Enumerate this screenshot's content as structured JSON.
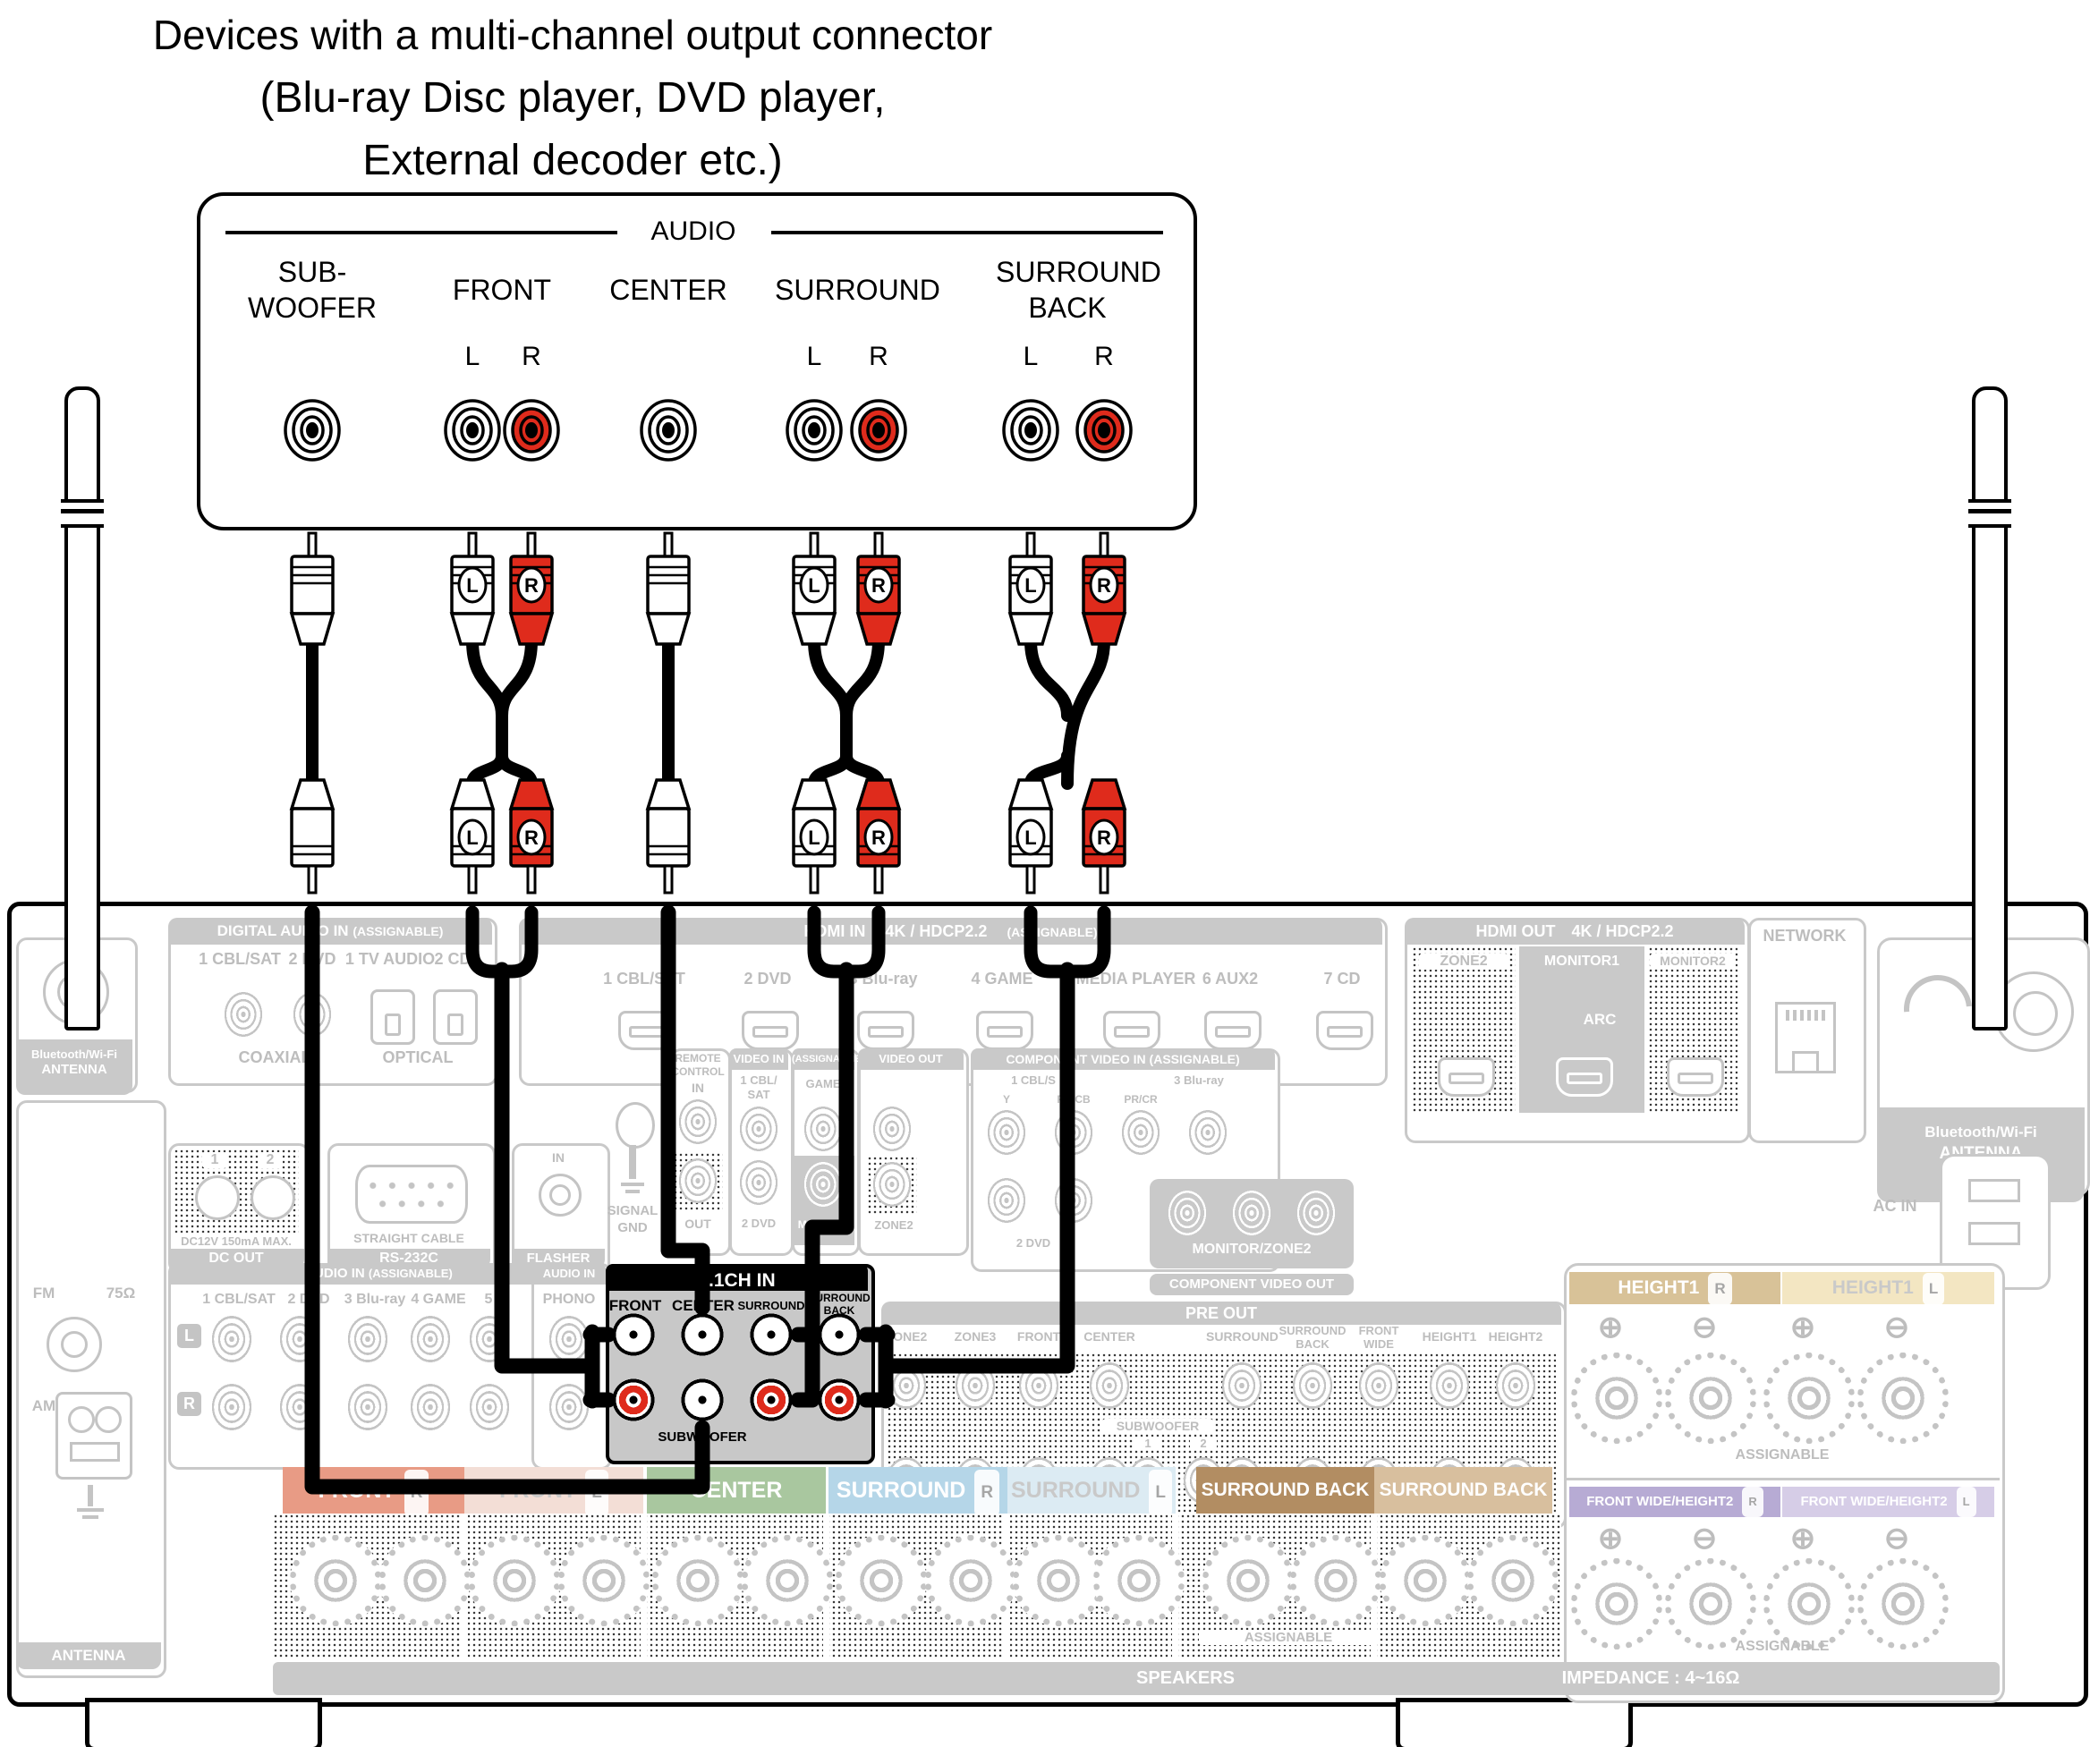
{
  "title": {
    "line1": "Devices with a multi-channel output connector",
    "line2": "(Blu-ray Disc player, DVD player,",
    "line3": "External decoder etc.)"
  },
  "device": {
    "audio": "AUDIO",
    "sub1": "SUB-",
    "sub2": "WOOFER",
    "front": "FRONT",
    "center": "CENTER",
    "surround": "SURROUND",
    "sb1": "SURROUND",
    "sb2": "BACK",
    "l": "L",
    "r": "R"
  },
  "plugs": {
    "l": "L",
    "r": "R"
  },
  "colors": {
    "rca_red": "#df2b1c",
    "panel_gray": "#c9c9c9",
    "highlight_gray": "#c8c8c8"
  },
  "receiver": {
    "bt": {
      "l1": "Bluetooth/Wi-Fi",
      "l2": "ANTENNA"
    },
    "digital": {
      "h1": "DIGITAL AUDIO IN",
      "h2": "(ASSIGNABLE)",
      "c1": "1 CBL/SAT",
      "c2": "2 DVD",
      "o1": "1 TV AUDIO",
      "o2": "2 CD",
      "coax": "COAXIAL",
      "opt": "OPTICAL"
    },
    "hdmi_in": {
      "h1": "HDMI IN",
      "h2": "4K / HDCP2.2",
      "h3": "(ASSIGNABLE)",
      "ports": [
        "1 CBL/SAT",
        "2 DVD",
        "3 Blu-ray",
        "4 GAME",
        "5 MEDIA PLAYER",
        "6 AUX2",
        "7 CD"
      ]
    },
    "hdmi_out": {
      "h1": "HDMI OUT",
      "h2": "4K / HDCP2.2",
      "zone2": "ZONE2",
      "m1": "MONITOR1",
      "m2": "MONITOR2",
      "arc": "ARC"
    },
    "network": "NETWORK",
    "dc": {
      "n1": "1",
      "n2": "2",
      "rating": "DC12V 150mA MAX.",
      "label": "DC OUT"
    },
    "rs": {
      "top": "STRAIGHT CABLE",
      "label": "RS-232C"
    },
    "flasher": {
      "in": "IN",
      "label": "FLASHER"
    },
    "remote": {
      "l1": "REMOTE",
      "l2": "CONTROL",
      "in": "IN",
      "out": "OUT"
    },
    "gnd": {
      "l1": "SIGNAL",
      "l2": "GND"
    },
    "video": {
      "in_h": "VIDEO IN",
      "assign": "(ASSIGNABLE)",
      "out_h": "VIDEO OUT",
      "cbl1": "1 CBL/",
      "cbl2": "SAT",
      "game": "GAME",
      "dvd": "2 DVD",
      "monitor": "MONITOR",
      "zone2": "ZONE2"
    },
    "comp_in": {
      "header": "COMPONENT VIDEO IN (ASSIGNABLE)",
      "b1": "1 CBL/S",
      "b3": "3 Blu-ray",
      "y": "Y",
      "pb": "PB/CB",
      "pr": "PR/CR",
      "dvd": "2 DVD"
    },
    "comp_out": {
      "block": "MONITOR/ZONE2",
      "bar": "COMPONENT VIDEO OUT"
    },
    "ac": "AC IN",
    "audio_assign": {
      "h1": "AUDIO IN",
      "h2": "(ASSIGNABLE)",
      "labels": [
        "1 CBL/SAT",
        "2 DVD",
        "3 Blu-ray",
        "4 GAME",
        "5"
      ],
      "l": "L",
      "r": "R"
    },
    "phono": {
      "header": "AUDIO IN",
      "label": "PHONO"
    },
    "ch71": {
      "header": "7.1CH IN",
      "front": "FRONT",
      "center": "CENTER",
      "surround": "SURROUND",
      "sb1": "SURROUND",
      "sb2": "BACK",
      "sub": "SUBWOOFER"
    },
    "preout": {
      "header": "PRE OUT",
      "zone2": "ZONE2",
      "zone3": "ZONE3",
      "front": "FRONT",
      "center": "CENTER",
      "surround": "SURROUND",
      "sb1": "SURROUND",
      "sb2": "BACK",
      "fw1": "FRONT",
      "fw2": "WIDE",
      "h1": "HEIGHT1",
      "h2": "HEIGHT2",
      "sub": "SUBWOOFER",
      "n1": "1",
      "n2": "2"
    },
    "height1": {
      "r": "HEIGHT1",
      "l": "HEIGHT1",
      "rm": "R",
      "lm": "L",
      "assign": "ASSIGNABLE"
    },
    "fwh2": {
      "r": "FRONT WIDE/HEIGHT2",
      "l": "FRONT WIDE/HEIGHT2",
      "rm": "R",
      "lm": "L",
      "assign": "ASSIGNABLE"
    },
    "ant": {
      "fm": "FM",
      "ohm": "75Ω",
      "am": "AM",
      "label": "ANTENNA"
    },
    "strips": [
      {
        "t": "FRONT",
        "m": "R"
      },
      {
        "t": "FRONT",
        "m": "L"
      },
      {
        "t": "CENTER",
        "m": ""
      },
      {
        "t": "SURROUND",
        "m": "R"
      },
      {
        "t": "SURROUND",
        "m": "L"
      },
      {
        "t": "SURROUND BACK",
        "m": "R"
      },
      {
        "t": "SURROUND BACK",
        "m": "L"
      }
    ],
    "bottom": {
      "speakers": "SPEAKERS",
      "impedance": "IMPEDANCE : 4~16Ω",
      "assign": "ASSIGNABLE"
    }
  },
  "icons": {
    "plus": "⊕",
    "minus": "⊖"
  }
}
